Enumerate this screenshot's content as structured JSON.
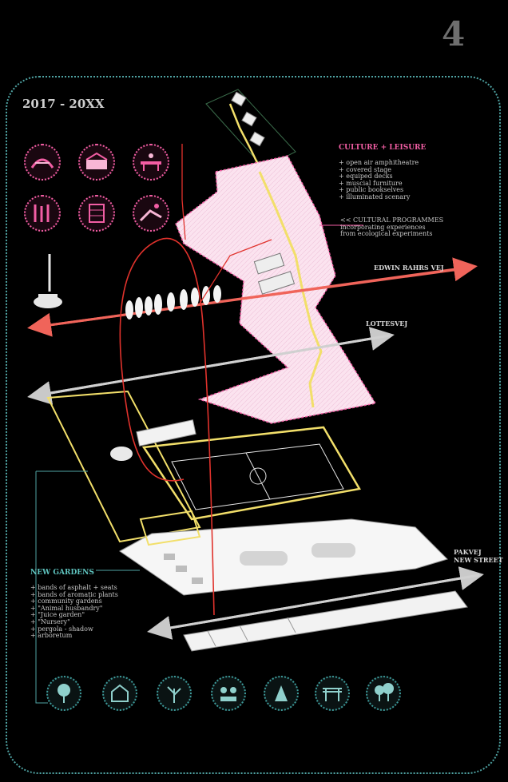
{
  "page_number": "4",
  "period": "2017 - 20XX",
  "culture": {
    "title": "CULTURE + LEISURE",
    "items": [
      "+ open air amphitheatre",
      "+ covered stage",
      "+ equiped decks",
      "+ muscial furniture",
      "+ public bookselves",
      "+ illuminated scenary"
    ]
  },
  "cultural_programmes": {
    "lines": [
      "<< CULTURAL PROGRAMMES",
      "incorporating experiences",
      "from ecological experiments"
    ]
  },
  "streets": {
    "edwin": "EDWIN RAHRS VEJ",
    "lottes": "LOTTESVEJ",
    "pakvej": "PAKVEJ",
    "new_street": "NEW STREET"
  },
  "gardens": {
    "title": "NEW GARDENS",
    "items": [
      "+ bands of asphalt + seats",
      "+ bands of aromatic plants",
      "+ community gardens",
      "+ \"Animal husbandry\"",
      "+ \"Juice garden\"",
      "+ \"Nursery\"",
      "+ pergola - shadow",
      "+ arboretum"
    ]
  },
  "pink_icons": [
    "amphitheatre-icon",
    "stage-icon",
    "deck-icon",
    "musical-furniture-icon",
    "bookshelf-icon",
    "illuminated-scenery-icon"
  ],
  "teal_icons": [
    "arboretum-icon",
    "greenhouse-icon",
    "aromatic-plants-icon",
    "community-garden-icon",
    "nursery-icon",
    "pergola-icon",
    "tree-grove-icon"
  ],
  "colors": {
    "background": "#000000",
    "frame": "#4fa3a3",
    "culture_pink": "#f25ea4",
    "culture_layer_fill": "#fbe3ef",
    "route_red": "#e0322c",
    "road_red": "#f0645a",
    "path_yellow": "#f2df6a",
    "garden_teal": "#5fc4bf"
  }
}
